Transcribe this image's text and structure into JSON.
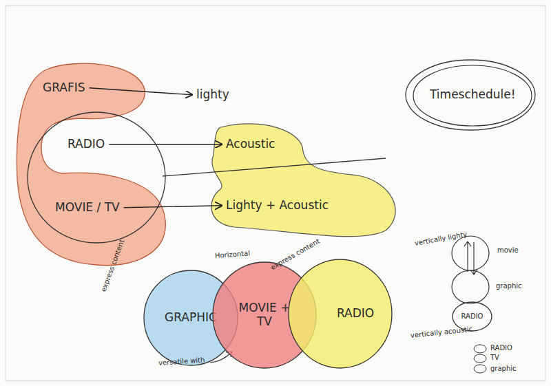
{
  "diagram": {
    "nodes": [
      {
        "text": [
          "GRAFIS"
        ]
      },
      {
        "text": [
          "RADIO"
        ]
      },
      {
        "text": [
          "MOVIE / TV"
        ]
      },
      {
        "text": [
          "lighty"
        ]
      },
      {
        "text": [
          "Acoustic"
        ]
      },
      {
        "text": [
          "Lighty + Acoustic"
        ]
      },
      {
        "text": [
          "Timeschedule!"
        ]
      },
      {
        "text": [
          "GRAPHIC"
        ]
      },
      {
        "text": [
          "MOVIE + TV"
        ]
      },
      {
        "text": [
          "RADIO"
        ]
      },
      {
        "text": [
          "RADIO"
        ]
      }
    ],
    "edges": [
      {
        "from": 0,
        "to": 3,
        "arrow": "to"
      },
      {
        "from": 1,
        "to": 4,
        "arrow": "to"
      },
      {
        "from": 2,
        "to": 5,
        "arrow": "to"
      }
    ],
    "labels": [
      "Horizontal",
      "express content",
      "express content",
      "versatile with",
      "vertically lighty",
      "movie",
      "graphic",
      "vertically acoustic",
      "RADIO",
      "TV",
      "graphic"
    ]
  }
}
